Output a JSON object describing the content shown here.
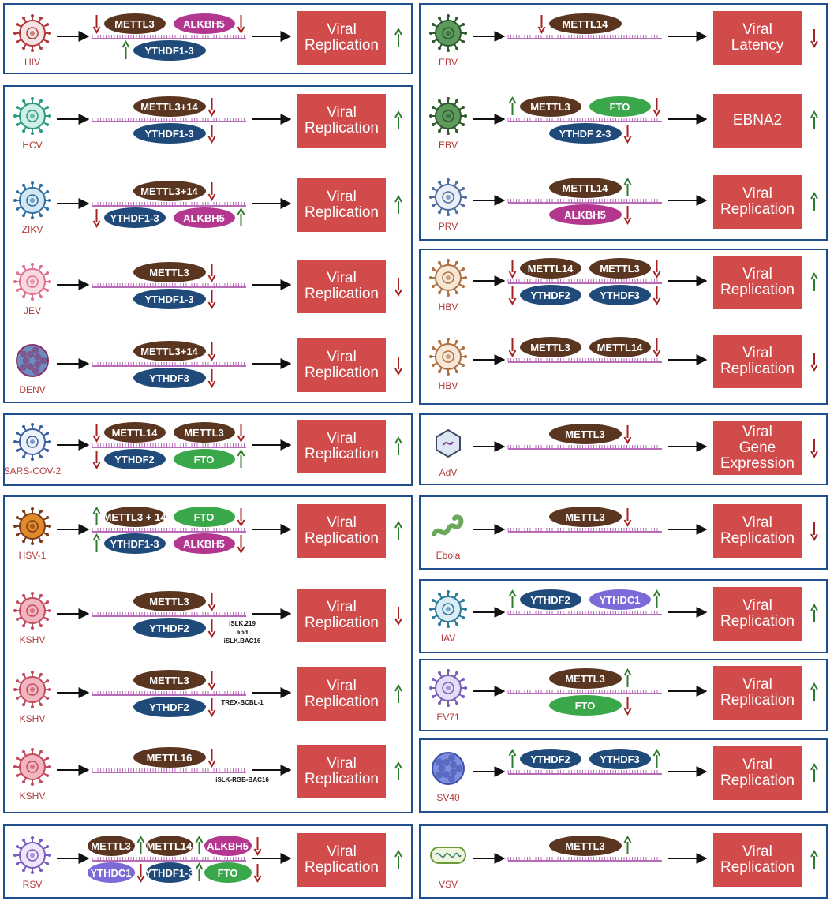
{
  "colors": {
    "border": "#1f4e8c",
    "outcome_fill": "#d24b4b",
    "rna": "#b86bb8",
    "arrow_up": "#2f7a2f",
    "arrow_down": "#a52222",
    "writer": "#5a3520",
    "reader": "#1f4a7a",
    "fto": "#3aa84a",
    "alkbh5": "#b3378f",
    "ythdc1": "#7b6bd8"
  },
  "panels": [
    {
      "viruses": [
        {
          "label": "HIV",
          "icon": "hiv-virus-icon",
          "outcome": "Viral\nReplication",
          "outcome_dir": "up",
          "note": "",
          "star": "*",
          "top": [
            {
              "name": "METTL3",
              "kind": "writer",
              "arrow": "down",
              "arrow_side": "left"
            },
            {
              "name": "ALKBH5",
              "kind": "alkbh5",
              "arrow": "down",
              "arrow_side": "right"
            }
          ],
          "bottom": [
            {
              "name": "YTHDF1-3",
              "kind": "reader",
              "arrow": "up",
              "arrow_side": "left"
            }
          ]
        }
      ]
    },
    {
      "viruses": [
        {
          "label": "HCV",
          "icon": "hcv-virus-icon",
          "outcome": "Viral\nReplication",
          "outcome_dir": "up",
          "note": "",
          "top": [
            {
              "name": "METTL3+14",
              "kind": "writer",
              "arrow": "down",
              "arrow_side": "right"
            }
          ],
          "bottom": [
            {
              "name": "YTHDF1-3",
              "kind": "reader",
              "arrow": "down",
              "arrow_side": "right"
            }
          ]
        },
        {
          "label": "ZIKV",
          "icon": "zikv-virus-icon",
          "outcome": "Viral\nReplication",
          "outcome_dir": "up",
          "note": "",
          "top": [
            {
              "name": "METTL3+14",
              "kind": "writer",
              "arrow": "down",
              "arrow_side": "right"
            }
          ],
          "bottom": [
            {
              "name": "YTHDF1-3",
              "kind": "reader",
              "arrow": "down",
              "arrow_side": "left"
            },
            {
              "name": "ALKBH5",
              "kind": "alkbh5",
              "arrow": "up",
              "arrow_side": "right"
            }
          ]
        },
        {
          "label": "JEV",
          "icon": "jev-virus-icon",
          "outcome": "Viral\nReplication",
          "outcome_dir": "down",
          "note": "",
          "top": [
            {
              "name": "METTL3",
              "kind": "writer",
              "arrow": "down",
              "arrow_side": "right"
            }
          ],
          "bottom": [
            {
              "name": "YTHDF1-3",
              "kind": "reader",
              "arrow": "down",
              "arrow_side": "right"
            }
          ]
        },
        {
          "label": "DENV",
          "icon": "denv-virus-icon",
          "outcome": "Viral\nReplication",
          "outcome_dir": "down",
          "note": "",
          "top": [
            {
              "name": "METTL3+14",
              "kind": "writer",
              "arrow": "down",
              "arrow_side": "right"
            }
          ],
          "bottom": [
            {
              "name": "YTHDF3",
              "kind": "reader",
              "arrow": "down",
              "arrow_side": "right"
            }
          ]
        }
      ]
    },
    {
      "viruses": [
        {
          "label": "SARS-COV-2",
          "icon": "sars-cov-2-virus-icon",
          "outcome": "Viral\nReplication",
          "outcome_dir": "up",
          "note": "",
          "top": [
            {
              "name": "METTL14",
              "kind": "writer",
              "arrow": "down",
              "arrow_side": "left"
            },
            {
              "name": "METTL3",
              "kind": "writer",
              "arrow": "down",
              "arrow_side": "right"
            }
          ],
          "bottom": [
            {
              "name": "YTHDF2",
              "kind": "reader",
              "arrow": "down",
              "arrow_side": "left"
            },
            {
              "name": "FTO",
              "kind": "fto",
              "arrow": "up",
              "arrow_side": "right"
            }
          ]
        }
      ]
    },
    {
      "viruses": [
        {
          "label": "HSV-1",
          "icon": "hsv-1-virus-icon",
          "outcome": "Viral\nReplication",
          "outcome_dir": "up",
          "note": "",
          "top": [
            {
              "name": "METTL3 + 14",
              "kind": "writer",
              "arrow": "up",
              "arrow_side": "left"
            },
            {
              "name": "FTO",
              "kind": "fto",
              "arrow": "down",
              "arrow_side": "right"
            }
          ],
          "bottom": [
            {
              "name": "YTHDF1-3",
              "kind": "reader",
              "arrow": "up",
              "arrow_side": "left"
            },
            {
              "name": "ALKBH5",
              "kind": "alkbh5",
              "arrow": "down",
              "arrow_side": "right"
            }
          ]
        },
        {
          "label": "KSHV",
          "icon": "kshv-virus-icon",
          "outcome": "Viral\nReplication",
          "outcome_dir": "down",
          "note": "iSLK.219\nand\niSLK.BAC16",
          "top": [
            {
              "name": "METTL3",
              "kind": "writer",
              "arrow": "down",
              "arrow_side": "right"
            }
          ],
          "bottom": [
            {
              "name": "YTHDF2",
              "kind": "reader",
              "arrow": "down",
              "arrow_side": "right"
            }
          ]
        },
        {
          "label": "KSHV",
          "icon": "kshv-virus-icon",
          "outcome": "Viral\nReplication",
          "outcome_dir": "up",
          "note": "TREX-BCBL-1",
          "top": [
            {
              "name": "METTL3",
              "kind": "writer",
              "arrow": "down",
              "arrow_side": "right"
            }
          ],
          "bottom": [
            {
              "name": "YTHDF2",
              "kind": "reader",
              "arrow": "down",
              "arrow_side": "right"
            }
          ]
        },
        {
          "label": "KSHV",
          "icon": "kshv-virus-icon",
          "outcome": "Viral\nReplication",
          "outcome_dir": "up",
          "note": "iSLK-RGB-BAC16",
          "top": [
            {
              "name": "METTL16",
              "kind": "writer",
              "arrow": "down",
              "arrow_side": "right"
            }
          ],
          "bottom": []
        }
      ]
    },
    {
      "viruses": [
        {
          "label": "RSV",
          "icon": "rsv-virus-icon",
          "outcome": "Viral\nReplication",
          "outcome_dir": "up",
          "note": "",
          "top": [
            {
              "name": "METTL3",
              "kind": "writer",
              "arrow": "up",
              "arrow_side": "right"
            },
            {
              "name": "METTL14",
              "kind": "writer",
              "arrow": "up",
              "arrow_side": "right"
            },
            {
              "name": "ALKBH5",
              "kind": "alkbh5",
              "arrow": "down",
              "arrow_side": "right"
            }
          ],
          "bottom": [
            {
              "name": "YTHDC1",
              "kind": "ythdc1",
              "arrow": "down",
              "arrow_side": "right"
            },
            {
              "name": "YTHDF1-3",
              "kind": "reader",
              "arrow": "up",
              "arrow_side": "right"
            },
            {
              "name": "FTO",
              "kind": "fto",
              "arrow": "down",
              "arrow_side": "right"
            }
          ]
        }
      ]
    },
    {
      "viruses": [
        {
          "label": "EBV",
          "icon": "ebv-virus-icon",
          "outcome": "Viral\nLatency",
          "outcome_dir": "down",
          "note": "",
          "top": [
            {
              "name": "METTL14",
              "kind": "writer",
              "arrow": "down",
              "arrow_side": "left"
            }
          ],
          "bottom": []
        },
        {
          "label": "EBV",
          "icon": "ebv-virus-icon",
          "outcome": "EBNA2",
          "outcome_dir": "up",
          "note": "",
          "top": [
            {
              "name": "METTL3",
              "kind": "writer",
              "arrow": "up",
              "arrow_side": "left"
            },
            {
              "name": "FTO",
              "kind": "fto",
              "arrow": "down",
              "arrow_side": "right"
            }
          ],
          "bottom": [
            {
              "name": "YTHDF 2-3",
              "kind": "reader",
              "arrow": "down",
              "arrow_side": "right"
            }
          ]
        },
        {
          "label": "PRV",
          "icon": "prv-virus-icon",
          "outcome": "Viral\nReplication",
          "outcome_dir": "up",
          "note": "",
          "top": [
            {
              "name": "METTL14",
              "kind": "writer",
              "arrow": "up",
              "arrow_side": "right"
            }
          ],
          "bottom": [
            {
              "name": "ALKBH5",
              "kind": "alkbh5",
              "arrow": "down",
              "arrow_side": "right"
            }
          ]
        }
      ]
    },
    {
      "viruses": [
        {
          "label": "HBV",
          "icon": "hbv-virus-icon",
          "outcome": "Viral\nReplication",
          "outcome_dir": "up",
          "note": "",
          "top": [
            {
              "name": "METTL14",
              "kind": "writer",
              "arrow": "down",
              "arrow_side": "left"
            },
            {
              "name": "METTL3",
              "kind": "writer",
              "arrow": "down",
              "arrow_side": "right"
            }
          ],
          "bottom": [
            {
              "name": "YTHDF2",
              "kind": "reader",
              "arrow": "down",
              "arrow_side": "left"
            },
            {
              "name": "YTHDF3",
              "kind": "reader",
              "arrow": "down",
              "arrow_side": "right"
            }
          ]
        },
        {
          "label": "HBV",
          "icon": "hbv-virus-icon",
          "outcome": "Viral\nReplication",
          "outcome_dir": "down",
          "note": "",
          "top": [
            {
              "name": "METTL3",
              "kind": "writer",
              "arrow": "down",
              "arrow_side": "left"
            },
            {
              "name": "METTL14",
              "kind": "writer",
              "arrow": "down",
              "arrow_side": "right"
            }
          ],
          "bottom": []
        }
      ]
    },
    {
      "viruses": [
        {
          "label": "AdV",
          "icon": "adv-virus-icon",
          "outcome": "Viral\nGene\nExpression",
          "outcome_dir": "down",
          "note": "",
          "top": [
            {
              "name": "METTL3",
              "kind": "writer",
              "arrow": "down",
              "arrow_side": "right"
            }
          ],
          "bottom": []
        }
      ]
    },
    {
      "viruses": [
        {
          "label": "Ebola",
          "icon": "ebola-virus-icon",
          "outcome": "Viral\nReplication",
          "outcome_dir": "down",
          "note": "",
          "top": [
            {
              "name": "METTL3",
              "kind": "writer",
              "arrow": "down",
              "arrow_side": "right"
            }
          ],
          "bottom": []
        }
      ]
    },
    {
      "viruses": [
        {
          "label": "IAV",
          "icon": "iav-virus-icon",
          "outcome": "Viral\nReplication",
          "outcome_dir": "up",
          "note": "",
          "top": [
            {
              "name": "YTHDF2",
              "kind": "reader",
              "arrow": "up",
              "arrow_side": "left"
            },
            {
              "name": "YTHDC1",
              "kind": "ythdc1",
              "arrow": "up",
              "arrow_side": "right"
            }
          ],
          "bottom": []
        }
      ]
    },
    {
      "viruses": [
        {
          "label": "EV71",
          "icon": "ev71-virus-icon",
          "outcome": "Viral\nReplication",
          "outcome_dir": "up",
          "note": "",
          "top": [
            {
              "name": "METTL3",
              "kind": "writer",
              "arrow": "up",
              "arrow_side": "right"
            }
          ],
          "bottom": [
            {
              "name": "FTO",
              "kind": "fto",
              "arrow": "down",
              "arrow_side": "right"
            }
          ]
        }
      ]
    },
    {
      "viruses": [
        {
          "label": "SV40",
          "icon": "sv40-virus-icon",
          "outcome": "Viral\nReplication",
          "outcome_dir": "up",
          "note": "",
          "top": [
            {
              "name": "YTHDF2",
              "kind": "reader",
              "arrow": "up",
              "arrow_side": "left"
            },
            {
              "name": "YTHDF3",
              "kind": "reader",
              "arrow": "up",
              "arrow_side": "right"
            }
          ],
          "bottom": []
        }
      ]
    },
    {
      "viruses": [
        {
          "label": "VSV",
          "icon": "vsv-virus-icon",
          "outcome": "Viral\nReplication",
          "outcome_dir": "up",
          "note": "",
          "top": [
            {
              "name": "METTL3",
              "kind": "writer",
              "arrow": "up",
              "arrow_side": "right"
            }
          ],
          "bottom": []
        }
      ]
    }
  ]
}
